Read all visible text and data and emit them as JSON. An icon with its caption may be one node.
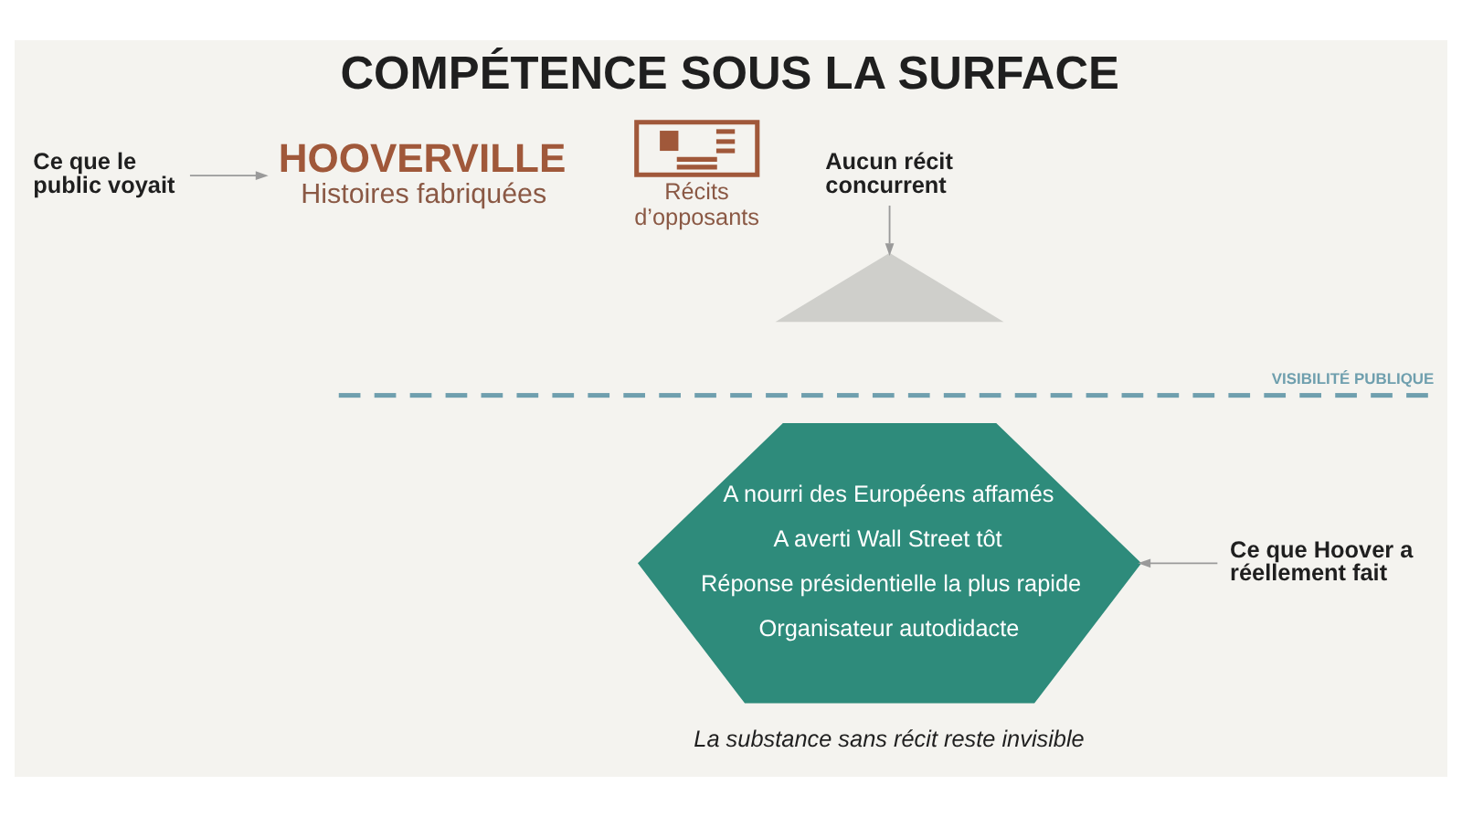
{
  "diagram": {
    "title": "COMPÉTENCE SOUS LA SURFACE",
    "caption": "La substance sans récit reste invisible",
    "nodes": [
      {
        "text": [
          "Ce que le public voyait"
        ]
      },
      {
        "text": [
          "HOOVERVILLE",
          "Histoires fabriquées"
        ]
      },
      {
        "text": [
          "Aucun récit concurrent"
        ]
      },
      {
        "text": [],
        "shape": "triangle"
      },
      {
        "text": [
          "A nourri des Européens affamés",
          "A averti Wall Street tôt",
          "Réponse présidentielle la plus rapide",
          "Organisateur autodidacte"
        ]
      },
      {
        "text": [
          "Ce que Hoover a réellement fait"
        ]
      }
    ],
    "edges": [
      {
        "from": 0,
        "to": 1,
        "arrow": "to"
      },
      {
        "from": 2,
        "to": 3,
        "arrow": "to"
      },
      {
        "from": 5,
        "to": 4,
        "arrow": "to"
      }
    ],
    "labels": [
      "Récits d’opposants",
      "VISIBILITÉ PUBLIQUE"
    ]
  }
}
